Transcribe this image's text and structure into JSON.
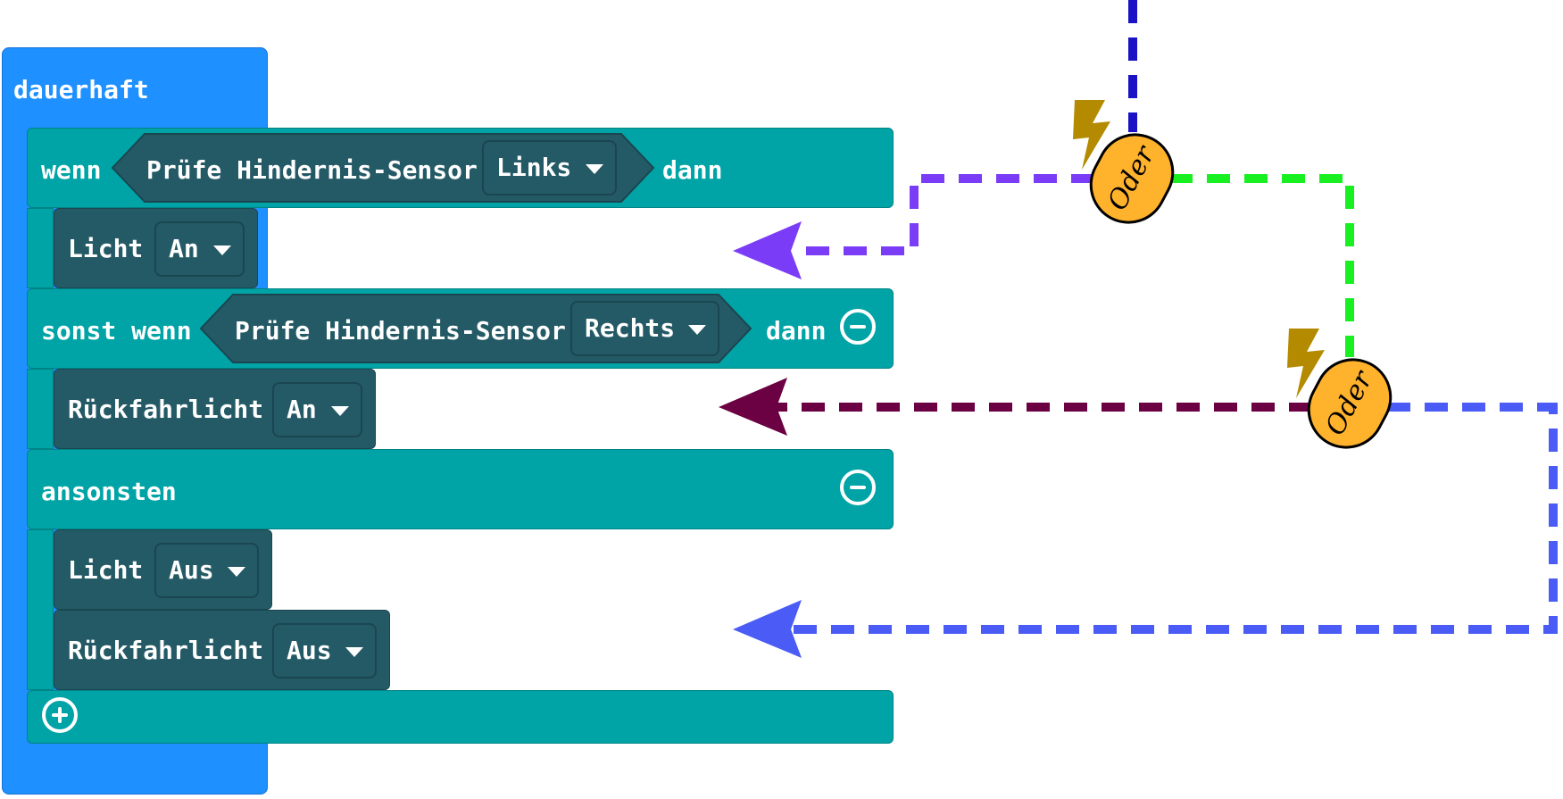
{
  "blocks": {
    "forever_label": "dauerhaft",
    "if_label": "wenn",
    "then_label": "dann",
    "elseif_label": "sonst wenn",
    "else_label": "ansonsten",
    "condition1": {
      "label": "Prüfe Hindernis-Sensor",
      "value": "Links"
    },
    "condition2": {
      "label": "Prüfe Hindernis-Sensor",
      "value": "Rechts"
    },
    "stmt1": {
      "label": "Licht",
      "value": "An"
    },
    "stmt2": {
      "label": "Rückfahrlicht",
      "value": "An"
    },
    "stmt3": {
      "label": "Licht",
      "value": "Aus"
    },
    "stmt4": {
      "label": "Rückfahrlicht",
      "value": "Aus"
    }
  },
  "annotations": {
    "badge_text": "Oder",
    "colors": {
      "top_line": "#1a12c4",
      "arrow1": "#7b3cf7",
      "green_line": "#18f022",
      "arrow2": "#6b0042",
      "arrow3": "#4a5cf5",
      "badge": "#ffb22c",
      "bolt": "#b38a00"
    }
  },
  "icons": {
    "dropdown": "caret-down-icon",
    "remove": "minus-circle-icon",
    "add": "plus-circle-icon",
    "trigger": "lightning-bolt-icon"
  }
}
